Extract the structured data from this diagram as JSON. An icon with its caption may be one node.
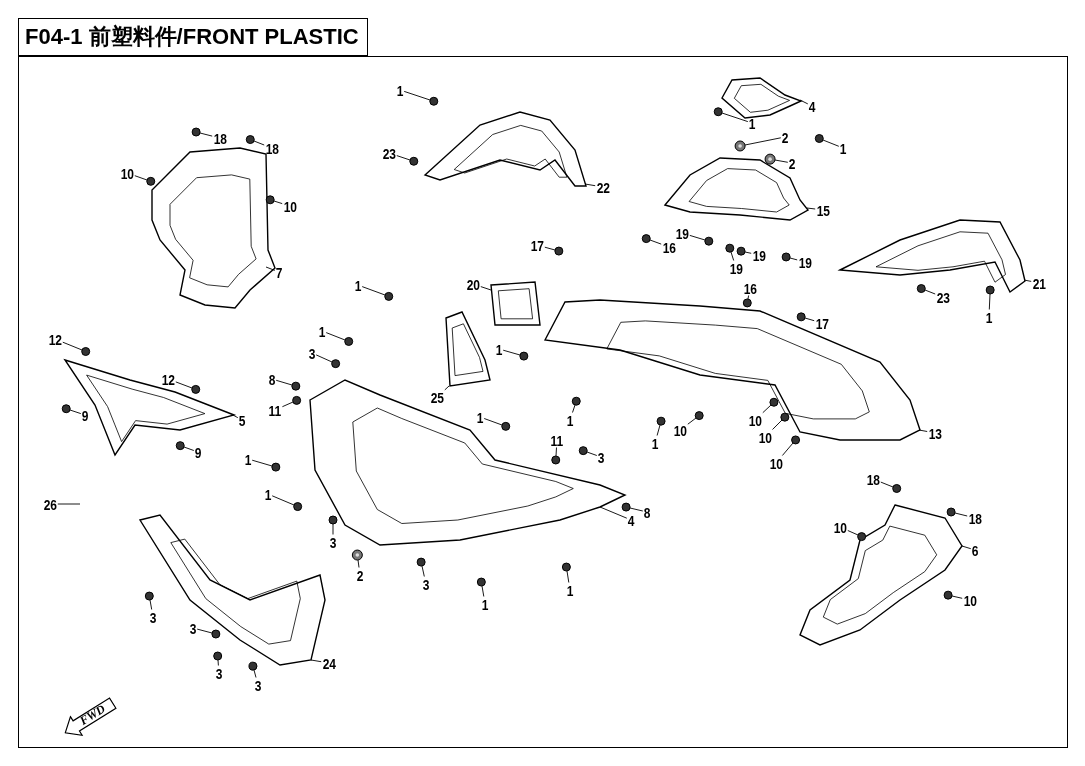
{
  "diagram": {
    "title": "F04-1 前塑料件/FRONT PLASTIC",
    "nodes": [
      {
        "text": [
          "1"
        ]
      },
      {
        "text": [
          "4"
        ]
      },
      {
        "text": [
          "1"
        ]
      },
      {
        "text": [
          "2"
        ]
      },
      {
        "text": [
          "1"
        ]
      },
      {
        "text": [
          "2"
        ]
      },
      {
        "text": [
          "18"
        ]
      },
      {
        "text": [
          "18"
        ]
      },
      {
        "text": [
          "23"
        ]
      },
      {
        "text": [
          "10"
        ]
      },
      {
        "text": [
          "10"
        ]
      },
      {
        "text": [
          "22"
        ]
      },
      {
        "text": [
          "15"
        ]
      },
      {
        "text": [
          "19"
        ]
      },
      {
        "text": [
          "19"
        ]
      },
      {
        "text": [
          "19"
        ]
      },
      {
        "text": [
          "19"
        ]
      },
      {
        "text": [
          "7"
        ]
      },
      {
        "text": [
          "16"
        ]
      },
      {
        "text": [
          "17"
        ]
      },
      {
        "text": [
          "21"
        ]
      },
      {
        "text": [
          "23"
        ]
      },
      {
        "text": [
          "1"
        ]
      },
      {
        "text": [
          "20"
        ]
      },
      {
        "text": [
          "16"
        ]
      },
      {
        "text": [
          "1"
        ]
      },
      {
        "text": [
          "17"
        ]
      },
      {
        "text": [
          "12"
        ]
      },
      {
        "text": [
          "1"
        ]
      },
      {
        "text": [
          "1"
        ]
      },
      {
        "text": [
          "3"
        ]
      },
      {
        "text": [
          "8"
        ]
      },
      {
        "text": [
          "12"
        ]
      },
      {
        "text": [
          "25"
        ]
      },
      {
        "text": [
          "11"
        ]
      },
      {
        "text": [
          "5"
        ]
      },
      {
        "text": [
          "9"
        ]
      },
      {
        "text": [
          "1"
        ]
      },
      {
        "text": [
          "1"
        ]
      },
      {
        "text": [
          "10"
        ]
      },
      {
        "text": [
          "10"
        ]
      },
      {
        "text": [
          "10"
        ]
      },
      {
        "text": [
          "13"
        ]
      },
      {
        "text": [
          "9"
        ]
      },
      {
        "text": [
          "11"
        ]
      },
      {
        "text": [
          "3"
        ]
      },
      {
        "text": [
          "1"
        ]
      },
      {
        "text": [
          "1"
        ]
      },
      {
        "text": [
          "10"
        ]
      },
      {
        "text": [
          "18"
        ]
      },
      {
        "text": [
          "26"
        ]
      },
      {
        "text": [
          "1"
        ]
      },
      {
        "text": [
          "8"
        ]
      },
      {
        "text": [
          "4"
        ]
      },
      {
        "text": [
          "18"
        ]
      },
      {
        "text": [
          "10"
        ]
      },
      {
        "text": [
          "6"
        ]
      },
      {
        "text": [
          "3"
        ]
      },
      {
        "text": [
          "2"
        ]
      },
      {
        "text": [
          "3"
        ]
      },
      {
        "text": [
          "1"
        ]
      },
      {
        "text": [
          "1"
        ]
      },
      {
        "text": [
          "10"
        ]
      },
      {
        "text": [
          "3"
        ]
      },
      {
        "text": [
          "3"
        ]
      },
      {
        "text": [
          "24"
        ]
      },
      {
        "text": [
          "3"
        ]
      },
      {
        "text": [
          "3"
        ]
      },
      {
        "text": [],
        "shape": "circle"
      },
      {
        "text": [],
        "shape": "picture"
      },
      {
        "text": [],
        "shape": "circle"
      },
      {
        "text": [],
        "shape": "circle"
      },
      {
        "text": [],
        "shape": "circle"
      },
      {
        "text": [],
        "shape": "circle"
      },
      {
        "text": [],
        "shape": "circle"
      },
      {
        "text": [],
        "shape": "circle"
      },
      {
        "text": [],
        "shape": "circle"
      },
      {
        "text": [],
        "shape": "circle"
      },
      {
        "text": [],
        "shape": "circle"
      },
      {
        "text": [],
        "shape": "picture"
      },
      {
        "text": [],
        "shape": "picture"
      },
      {
        "text": [],
        "shape": "circle"
      },
      {
        "text": [],
        "shape": "circle"
      },
      {
        "text": [],
        "shape": "circle"
      },
      {
        "text": [],
        "shape": "circle"
      },
      {
        "text": [],
        "shape": "picture"
      },
      {
        "text": [],
        "shape": "circle"
      },
      {
        "text": [],
        "shape": "circle"
      },
      {
        "text": [],
        "shape": "picture"
      },
      {
        "text": [],
        "shape": "circle"
      },
      {
        "text": [],
        "shape": "circle"
      },
      {
        "text": [],
        "shape": "picture"
      },
      {
        "text": [],
        "shape": "circle"
      },
      {
        "text": [],
        "shape": "circle"
      },
      {
        "text": [],
        "shape": "circle"
      },
      {
        "text": [],
        "shape": "circle"
      },
      {
        "text": [],
        "shape": "circle"
      },
      {
        "text": [],
        "shape": "circle"
      },
      {
        "text": [],
        "shape": "circle"
      },
      {
        "text": [],
        "shape": "circle"
      },
      {
        "text": [],
        "shape": "circle"
      },
      {
        "text": [],
        "shape": "picture"
      },
      {
        "text": [],
        "shape": "circle"
      },
      {
        "text": [],
        "shape": "picture"
      },
      {
        "text": [],
        "shape": "circle"
      },
      {
        "text": [],
        "shape": "circle"
      },
      {
        "text": [],
        "shape": "circle"
      },
      {
        "text": [],
        "shape": "circle"
      },
      {
        "text": [],
        "shape": "circle"
      },
      {
        "text": [],
        "shape": "circle"
      },
      {
        "text": [],
        "shape": "picture"
      },
      {
        "text": [],
        "shape": "circle"
      },
      {
        "text": [],
        "shape": "circle"
      },
      {
        "text": [],
        "shape": "circle"
      },
      {
        "text": [],
        "shape": "circle"
      },
      {
        "text": [],
        "shape": "circle"
      },
      {
        "text": [],
        "shape": "circle"
      },
      {
        "text": [],
        "shape": "circle"
      },
      {
        "text": [],
        "shape": "circle"
      },
      {
        "text": [],
        "shape": "circle"
      },
      {
        "text": [],
        "shape": "picture"
      },
      {
        "text": [],
        "shape": "circle"
      },
      {
        "text": [],
        "shape": "circle"
      },
      {
        "text": [],
        "shape": "picture"
      },
      {
        "text": [],
        "shape": "circle"
      },
      {
        "text": [],
        "shape": "circle"
      },
      {
        "text": [],
        "shape": "circle"
      },
      {
        "text": [],
        "shape": "circle"
      },
      {
        "text": [],
        "shape": "circle"
      },
      {
        "text": [],
        "shape": "circle"
      },
      {
        "text": [],
        "shape": "circle"
      },
      {
        "text": [],
        "shape": "circle"
      },
      {
        "text": [],
        "shape": "picture"
      },
      {
        "text": [],
        "shape": "circle"
      },
      {
        "text": [],
        "shape": "circle"
      },
      {
        "text": [
          "FWD"
        ]
      }
    ],
    "edges": [
      {
        "from": 0,
        "to": 68,
        "arrow": "none"
      },
      {
        "from": 1,
        "to": 69,
        "arrow": "none"
      },
      {
        "from": 2,
        "to": 70,
        "arrow": "none"
      },
      {
        "from": 3,
        "to": 71,
        "arrow": "none"
      },
      {
        "from": 4,
        "to": 72,
        "arrow": "none"
      },
      {
        "from": 5,
        "to": 73,
        "arrow": "none"
      },
      {
        "from": 6,
        "to": 74,
        "arrow": "none"
      },
      {
        "from": 7,
        "to": 75,
        "arrow": "none"
      },
      {
        "from": 8,
        "to": 76,
        "arrow": "none"
      },
      {
        "from": 9,
        "to": 77,
        "arrow": "none"
      },
      {
        "from": 10,
        "to": 78,
        "arrow": "none"
      },
      {
        "from": 11,
        "to": 79,
        "arrow": "none"
      },
      {
        "from": 12,
        "to": 80,
        "arrow": "none"
      },
      {
        "from": 13,
        "to": 81,
        "arrow": "none"
      },
      {
        "from": 14,
        "to": 82,
        "arrow": "none"
      },
      {
        "from": 15,
        "to": 83,
        "arrow": "none"
      },
      {
        "from": 16,
        "to": 84,
        "arrow": "none"
      },
      {
        "from": 17,
        "to": 85,
        "arrow": "none"
      },
      {
        "from": 18,
        "to": 86,
        "arrow": "none"
      },
      {
        "from": 19,
        "to": 87,
        "arrow": "none"
      },
      {
        "from": 20,
        "to": 88,
        "arrow": "none"
      },
      {
        "from": 21,
        "to": 89,
        "arrow": "none"
      },
      {
        "from": 22,
        "to": 90,
        "arrow": "none"
      },
      {
        "from": 23,
        "to": 91,
        "arrow": "none"
      },
      {
        "from": 24,
        "to": 92,
        "arrow": "none"
      },
      {
        "from": 25,
        "to": 93,
        "arrow": "none"
      },
      {
        "from": 26,
        "to": 94,
        "arrow": "none"
      },
      {
        "from": 27,
        "to": 95,
        "arrow": "none"
      },
      {
        "from": 28,
        "to": 96,
        "arrow": "none"
      },
      {
        "from": 29,
        "to": 97,
        "arrow": "none"
      },
      {
        "from": 30,
        "to": 98,
        "arrow": "none"
      },
      {
        "from": 31,
        "to": 99,
        "arrow": "none"
      },
      {
        "from": 32,
        "to": 100,
        "arrow": "none"
      },
      {
        "from": 33,
        "to": 101,
        "arrow": "none"
      },
      {
        "from": 34,
        "to": 102,
        "arrow": "none"
      },
      {
        "from": 35,
        "to": 103,
        "arrow": "none"
      },
      {
        "from": 36,
        "to": 104,
        "arrow": "none"
      },
      {
        "from": 37,
        "to": 105,
        "arrow": "none"
      },
      {
        "from": 38,
        "to": 106,
        "arrow": "none"
      },
      {
        "from": 39,
        "to": 107,
        "arrow": "none"
      },
      {
        "from": 40,
        "to": 108,
        "arrow": "none"
      },
      {
        "from": 41,
        "to": 109,
        "arrow": "none"
      },
      {
        "from": 42,
        "to": 110,
        "arrow": "none"
      },
      {
        "from": 43,
        "to": 111,
        "arrow": "none"
      },
      {
        "from": 44,
        "to": 112,
        "arrow": "none"
      },
      {
        "from": 45,
        "to": 113,
        "arrow": "none"
      },
      {
        "from": 46,
        "to": 114,
        "arrow": "none"
      },
      {
        "from": 47,
        "to": 115,
        "arrow": "none"
      },
      {
        "from": 48,
        "to": 116,
        "arrow": "none"
      },
      {
        "from": 49,
        "to": 117,
        "arrow": "none"
      },
      {
        "from": 50,
        "to": null,
        "arrow": "none"
      },
      {
        "from": 51,
        "to": 118,
        "arrow": "none"
      },
      {
        "from": 52,
        "to": 119,
        "arrow": "none"
      },
      {
        "from": 53,
        "to": 120,
        "arrow": "none"
      },
      {
        "from": 54,
        "to": 121,
        "arrow": "none"
      },
      {
        "from": 55,
        "to": 122,
        "arrow": "none"
      },
      {
        "from": 56,
        "to": 123,
        "arrow": "none"
      },
      {
        "from": 57,
        "to": 124,
        "arrow": "none"
      },
      {
        "from": 58,
        "to": 125,
        "arrow": "none"
      },
      {
        "from": 59,
        "to": 126,
        "arrow": "none"
      },
      {
        "from": 60,
        "to": 127,
        "arrow": "none"
      },
      {
        "from": 61,
        "to": 128,
        "arrow": "none"
      },
      {
        "from": 62,
        "to": 129,
        "arrow": "none"
      },
      {
        "from": 63,
        "to": 130,
        "arrow": "none"
      },
      {
        "from": 64,
        "to": 131,
        "arrow": "none"
      },
      {
        "from": 65,
        "to": 132,
        "arrow": "none"
      },
      {
        "from": 66,
        "to": 133,
        "arrow": "none"
      },
      {
        "from": 67,
        "to": 134,
        "arrow": "none"
      }
    ]
  }
}
